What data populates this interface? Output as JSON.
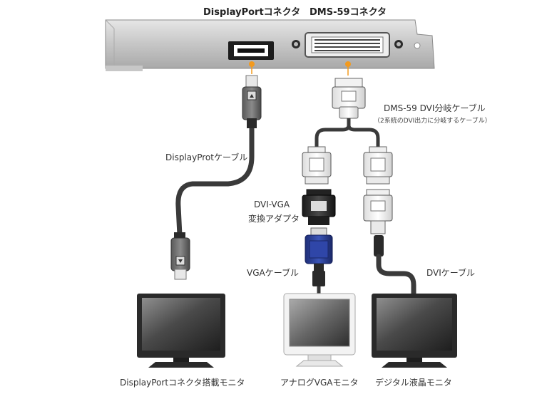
{
  "labels": {
    "displayport_connector": "DisplayPortコネクタ",
    "dms59_connector": "DMS-59コネクタ",
    "dms59_cable": "DMS-59 DVI分岐ケーブル",
    "dms59_cable_note": "（2系統のDVI出力に分岐するケーブル）",
    "displayport_cable": "DisplayProtケーブル",
    "dvi_vga_adapter_line1": "DVI-VGA",
    "dvi_vga_adapter_line2": "変換アダプタ",
    "vga_cable": "VGAケーブル",
    "dvi_cable": "DVIケーブル",
    "monitor_displayport": "DisplayPortコネクタ搭載モニタ",
    "monitor_analog_vga": "アナログVGAモニタ",
    "monitor_digital_lcd": "デジタル液晶モニタ"
  },
  "colors": {
    "accent_dot": "#f39a1e",
    "vga_plug": "#2a3d8f",
    "cable": "#3a3a3a",
    "bracket": "#c8c8c8"
  },
  "icons": [
    "displayport-port-icon",
    "dms59-port-icon",
    "bracket-screw-icon"
  ]
}
